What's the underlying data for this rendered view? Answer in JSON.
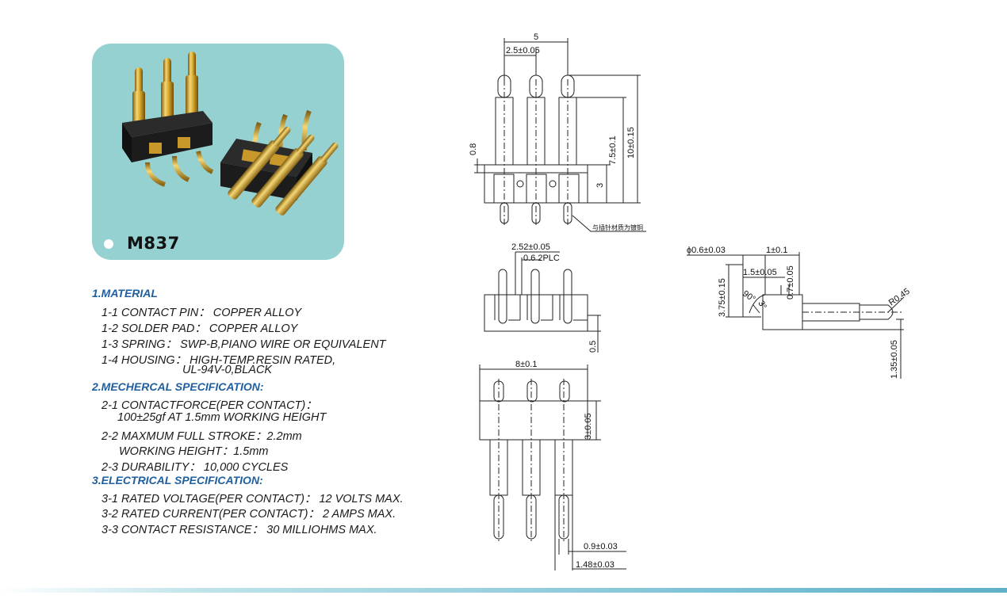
{
  "product": {
    "model": "M837"
  },
  "sections": [
    {
      "heading": "1.MATERIAL",
      "lines": [
        "1-1 CONTACT PIN： COPPER ALLOY",
        "1-2 SOLDER PAD： COPPER ALLOY",
        "1-3 SPRING： SWP-B,PIANO WIRE OR EQUIVALENT",
        "1-4 HOUSING： HIGH-TEMP.RESIN RATED,",
        "UL-94V-0,BLACK"
      ]
    },
    {
      "heading": "2.MECHERCAL SPECIFICATION:",
      "lines": [
        "2-1 CONTACTFORCE(PER CONTACT)：",
        "100±25gf AT 1.5mm WORKING HEIGHT",
        "2-2 MAXMUM FULL STROKE：2.2mm",
        "WORKING HEIGHT：1.5mm",
        "2-3 DURABILITY： 10,000 CYCLES"
      ]
    },
    {
      "heading": "3.ELECTRICAL SPECIFICATION:",
      "lines": [
        "3-1 RATED VOLTAGE(PER CONTACT)： 12 VOLTS MAX.",
        "3-2 RATED CURRENT(PER CONTACT)： 2 AMPS MAX.",
        "3-3 CONTACT RESISTANCE： 30 MILLIOHMS MAX."
      ]
    }
  ],
  "dimensions": {
    "front": {
      "overall_width": "5",
      "pitch": "2.5±0.05",
      "height_total": "10±0.15",
      "pin_length": "7.5±0.1",
      "housing": "3",
      "offset": "0.8",
      "note": "与插针材质为镀铜"
    },
    "bottom": {
      "pitch": "2.52±0.05",
      "holes": "0.6 2PLC",
      "pad": "0.5"
    },
    "top": {
      "width": "8±0.1",
      "height": "3±0.05",
      "pin_dia": "0.9±0.03",
      "tip_dia": "1.48±0.03"
    },
    "side": {
      "dia": "ϕ0.6±0.03",
      "offset": "1±0.1",
      "width": "1.5±0.05",
      "thickness": "0.7±0.05",
      "height": "3.75±0.15",
      "angle1": "90°",
      "angle2": "3°",
      "radius": "R0.45",
      "pin_height": "1.35±0.05"
    }
  }
}
